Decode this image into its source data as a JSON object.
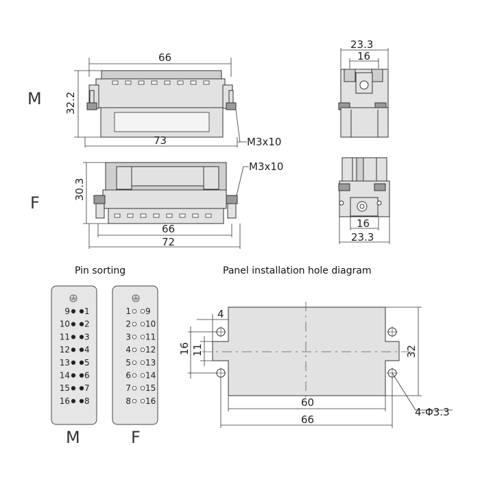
{
  "views": {
    "male_label": "M",
    "female_label": "F"
  },
  "dimensions": {
    "m_front_width": "66",
    "m_front_height": "32.2",
    "m_front_base": "73",
    "m_screw": "M3x10",
    "m_side_outer": "23.3",
    "m_side_inner": "16",
    "f_front_height": "30.3",
    "f_screw": "M3x10",
    "f_front_inner": "66",
    "f_front_outer": "72",
    "f_side_inner": "16",
    "f_side_outer": "23.3"
  },
  "pin_sorting": {
    "title": "Pin sorting",
    "male_caption": "M",
    "female_caption": "F",
    "male_rows": [
      {
        "left": "9",
        "right": "1"
      },
      {
        "left": "10",
        "right": "2"
      },
      {
        "left": "11",
        "right": "3"
      },
      {
        "left": "12",
        "right": "4"
      },
      {
        "left": "13",
        "right": "5"
      },
      {
        "left": "14",
        "right": "6"
      },
      {
        "left": "15",
        "right": "7"
      },
      {
        "left": "16",
        "right": "8"
      }
    ],
    "female_rows": [
      {
        "left": "1",
        "right": "9"
      },
      {
        "left": "2",
        "right": "10"
      },
      {
        "left": "3",
        "right": "11"
      },
      {
        "left": "4",
        "right": "12"
      },
      {
        "left": "5",
        "right": "13"
      },
      {
        "left": "6",
        "right": "14"
      },
      {
        "left": "7",
        "right": "15"
      },
      {
        "left": "8",
        "right": "16"
      }
    ]
  },
  "panel": {
    "title": "Panel installation hole diagram",
    "dim_tab": "4",
    "dim_16": "16",
    "dim_11": "11",
    "dim_32": "32",
    "dim_60": "60",
    "dim_66": "66",
    "hole_callout": "4-Φ3.3"
  }
}
